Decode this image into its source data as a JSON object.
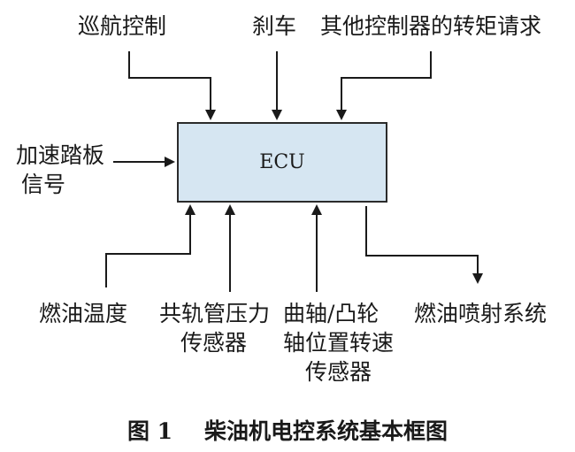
{
  "diagram": {
    "ecu_label": "ECU",
    "inputs_top": {
      "cruise_control": "巡航控制",
      "brake": "刹车",
      "torque_request": "其他控制器的转矩请求"
    },
    "input_left": {
      "line1": "加速踏板",
      "line2": "信号"
    },
    "inputs_bottom": {
      "fuel_temp": "燃油温度",
      "rail_pressure_line1": "共轨管压力",
      "rail_pressure_line2": "传感器",
      "speed_sensor_line1": "曲轴/凸轮",
      "speed_sensor_line2": "轴位置转速",
      "speed_sensor_line3": "传感器"
    },
    "output": {
      "injection": "燃油喷射系统"
    }
  },
  "caption": {
    "number": "图 1",
    "title": "柴油机电控系统基本框图"
  }
}
